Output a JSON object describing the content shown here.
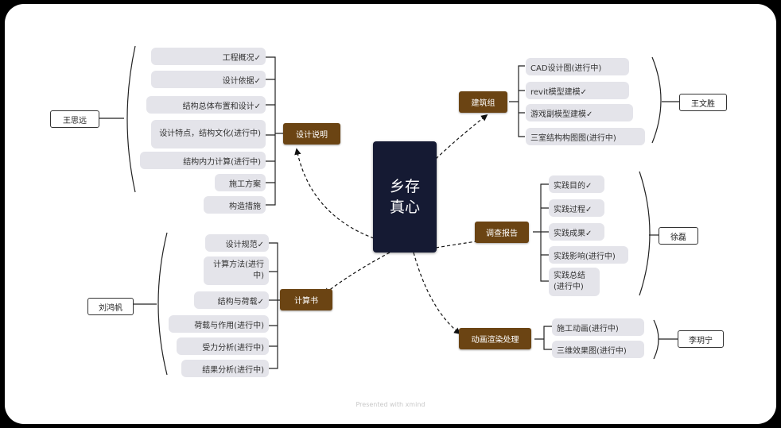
{
  "center": {
    "title": "乡存真心"
  },
  "branches": {
    "top_right": {
      "label": "建筑组",
      "items": [
        "CAD设计图(进行中)",
        "revit模型建模✓",
        "游戏副模型建模✓",
        "三室结构构图图(进行中)"
      ],
      "owner": "王文胜"
    },
    "mid_right": {
      "label": "调查报告",
      "items": [
        "实践目的✓",
        "实践过程✓",
        "实践成果✓",
        "实践影响(进行中)",
        "实践总结(进行中)"
      ],
      "owner": "徐磊"
    },
    "bottom_right": {
      "label": "动画渲染处理",
      "items": [
        "施工动画(进行中)",
        "三维效果图(进行中)"
      ],
      "owner": "李玥宁"
    },
    "top_left": {
      "label": "设计说明",
      "items": [
        "工程概况✓",
        "设计依据✓",
        "结构总体布置和设计✓",
        "设计特点，结构文化(进行中)",
        "结构内力计算(进行中)",
        "施工方案",
        "构造措施"
      ],
      "owner": "王思远"
    },
    "bottom_left": {
      "label": "计算书",
      "items": [
        "设计规范✓",
        "计算方法(进行中)",
        "结构与荷载✓",
        "荷载与作用(进行中)",
        "受力分析(进行中)",
        "结果分析(进行中)"
      ],
      "owner": "刘鸿帆"
    }
  },
  "footer": {
    "text": "Presented with xmind"
  },
  "colors": {
    "center_bg": "#151a33",
    "branch_bg": "#6b4413",
    "leaf_bg": "#e4e4ea",
    "frame_bg": "#000000"
  }
}
